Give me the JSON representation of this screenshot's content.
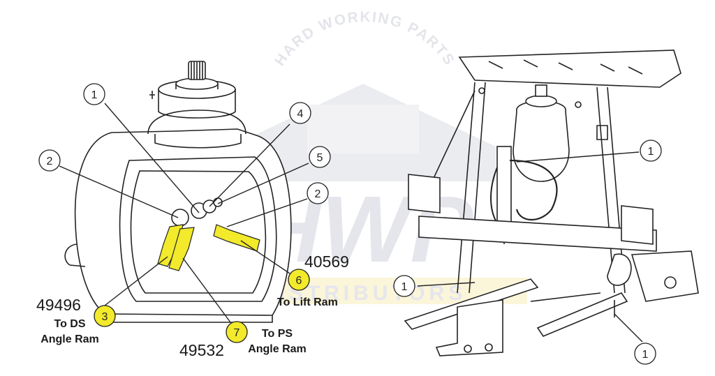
{
  "watermark": {
    "arc_text": "HARD WORKING PARTS",
    "main_text": "HWP",
    "sub_text": "DISTRIBUTORS"
  },
  "callouts": {
    "c1a": "1",
    "c2a": "2",
    "c4": "4",
    "c5": "5",
    "c2b": "2",
    "c6": "6",
    "c3": "3",
    "c7": "7",
    "r1a": "1",
    "r1b": "1",
    "r1c": "1"
  },
  "part_labels": {
    "p40569": "40569",
    "p49496": "49496",
    "p49532": "49532",
    "to_lift_ram": "To Lift Ram",
    "to_ds_1": "To DS",
    "to_ds_2": "Angle Ram",
    "to_ps_1": "To PS",
    "to_ps_2": "Angle Ram"
  },
  "colors": {
    "highlight": "#f2ea2b",
    "line": "#222222",
    "watermark": "#dfe1e8"
  }
}
